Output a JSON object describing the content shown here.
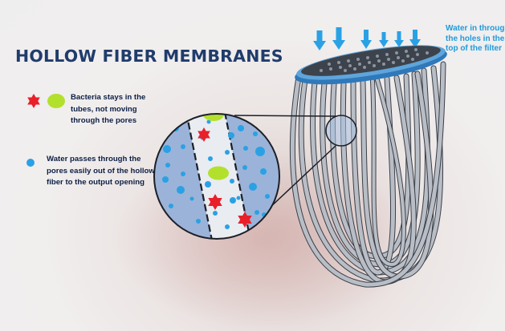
{
  "title": "HOLLOW FIBER MEMBRANES",
  "legend": {
    "bacteria_text": "Bacteria stays in the tubes, not moving through the pores",
    "water_text": "Water passes through the pores easily out of the hollow fiber to the output opening"
  },
  "inlet_caption": "Water in through the holes in the top of the filter",
  "colors": {
    "title": "#1f3c6b",
    "bacteria_red": "#e8202a",
    "bacteria_green": "#b3e02c",
    "water_blue": "#2aa1e5",
    "caption_blue": "#1f9bdb",
    "fiber_gray": "#aeb4bd"
  }
}
